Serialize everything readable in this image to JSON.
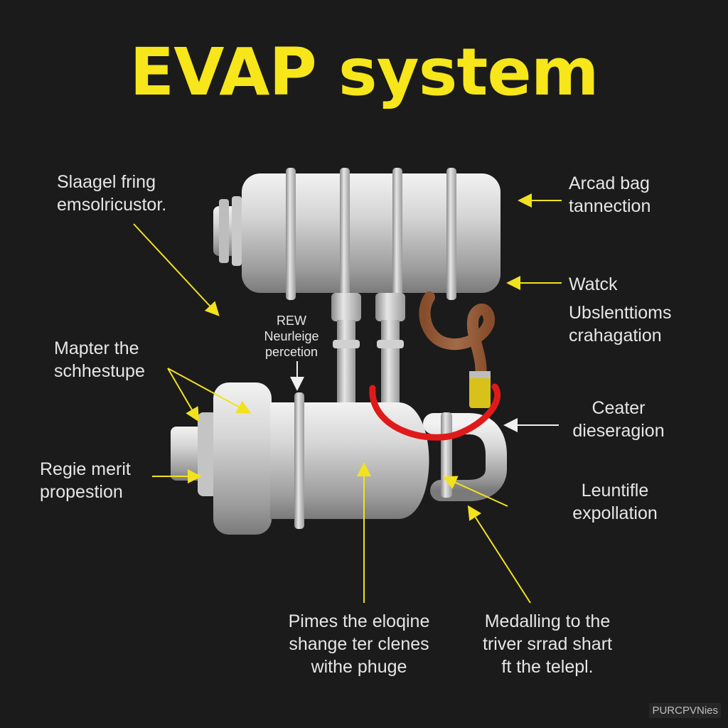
{
  "title": "EVAP system",
  "colors": {
    "title": "#f6e61a",
    "arrow": "#f2e21e",
    "arrow_white": "#f0f0f0",
    "metal": "#c8c8c8",
    "hose_copper": "#c88a5c",
    "red_loop": "#e01a1a",
    "background": "#1b1b1b"
  },
  "labels": {
    "top_left": [
      "Slaagel fring",
      "emsolricustor."
    ],
    "top_right": [
      "Arcad bag",
      "tannection"
    ],
    "right_watck": "Watck",
    "right_mid": [
      "Ubslenttioms",
      "crahagation"
    ],
    "center_small": [
      "REW",
      "Neurleige",
      "percetion"
    ],
    "left_mid": [
      "Mapter the",
      "schhestupe"
    ],
    "left_low": [
      "Regie merit",
      "propestion"
    ],
    "right_ceater": [
      "Ceater",
      "dieseragion"
    ],
    "right_low": [
      "Leuntifle",
      "expollation"
    ],
    "bottom_center": [
      "Pimes the eloqine",
      "shange ter clenes",
      "withe phuge"
    ],
    "bottom_right": [
      "Medalling to the",
      "triver srrad shart",
      "ft the telepl."
    ]
  },
  "watermark": "PURCPVNies"
}
